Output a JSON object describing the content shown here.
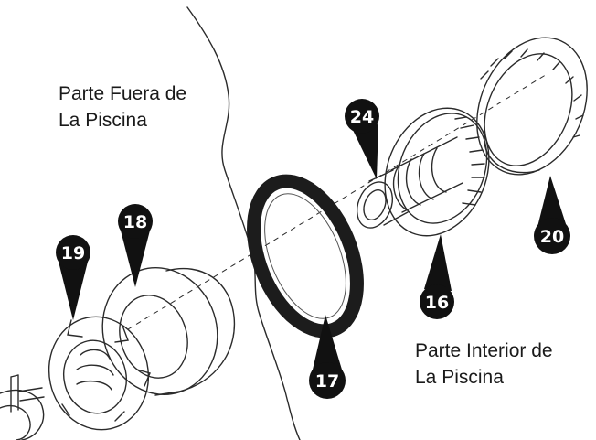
{
  "labels": {
    "outside_pool": "Parte Fuera de\nLa Piscina",
    "inside_pool": "Parte Interior de\nLa Piscina"
  },
  "callouts": [
    {
      "id": "19"
    },
    {
      "id": "18"
    },
    {
      "id": "24"
    },
    {
      "id": "17"
    },
    {
      "id": "16"
    },
    {
      "id": "20"
    }
  ],
  "colors": {
    "callout_fill": "#111111",
    "callout_text": "#ffffff",
    "line_art": "#2b2b2b",
    "gasket": "#1c1c1c"
  }
}
